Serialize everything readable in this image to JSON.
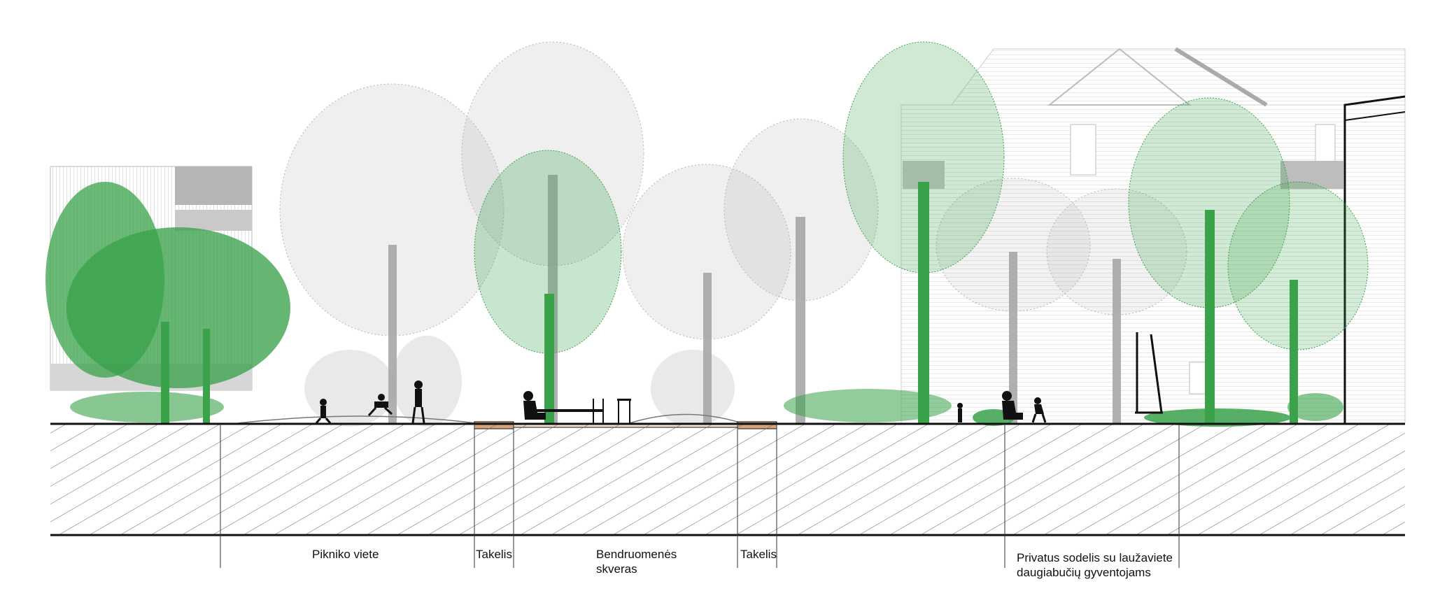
{
  "labels": {
    "picnic": "Pikniko viete",
    "path_left": "Takelis",
    "community_square_line1": "Bendruomenės",
    "community_square_line2": "skveras",
    "path_right": "Takelis",
    "private_garden_line1": "Privatus sodelis su laužaviete",
    "private_garden_line2": "daugiabučių gyventojams"
  },
  "colors": {
    "tree_green": "#3aa24a",
    "tree_grey": "#a8a8a8",
    "building_grey": "#b9b9b9",
    "ground_line": "#111111",
    "hatch": "#555555",
    "path_fill": "#d9a37a",
    "silhouette": "#111111"
  }
}
